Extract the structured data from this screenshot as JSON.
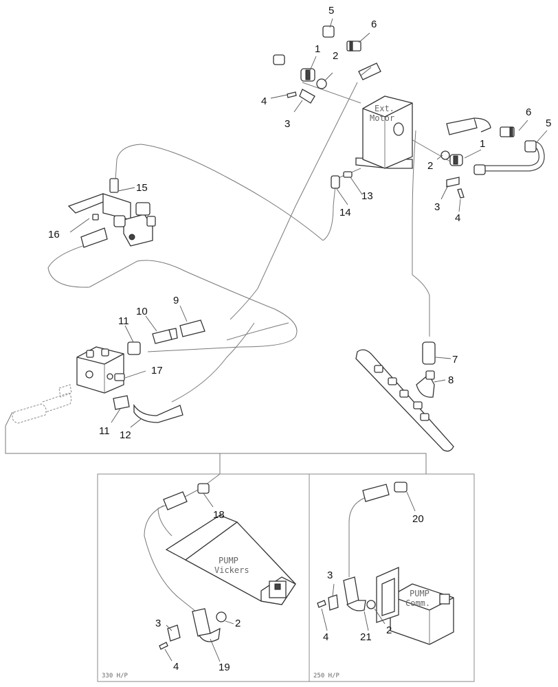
{
  "callouts": {
    "c1a": "1",
    "c2a": "2",
    "c3a": "3",
    "c4a": "4",
    "c5a": "5",
    "c6a": "6",
    "c1b": "1",
    "c2b": "2",
    "c3b": "3",
    "c4b": "4",
    "c5b": "5",
    "c6b": "6",
    "c7": "7",
    "c8": "8",
    "c9": "9",
    "c10": "10",
    "c11a": "11",
    "c11b": "11",
    "c12": "12",
    "c13": "13",
    "c14": "14",
    "c15": "15",
    "c16": "16",
    "c17": "17",
    "c18": "18",
    "c2c": "2",
    "c3c": "3",
    "c4c": "4",
    "c19": "19",
    "c20": "20",
    "c3d": "3",
    "c4d": "4",
    "c21": "21",
    "c2d": "2"
  },
  "components": {
    "motor_line1": "Ext.",
    "motor_line2": "Motor",
    "pump_vickers_line1": "PUMP",
    "pump_vickers_line2": "Vickers",
    "pump_comm_line1": "PUMP",
    "pump_comm_line2": "Comm."
  },
  "panels": {
    "left_label": "330 H/P",
    "right_label": "250 H/P"
  }
}
